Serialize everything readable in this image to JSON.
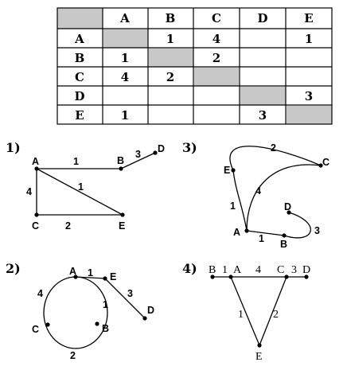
{
  "table": {
    "col_headers": [
      "A",
      "B",
      "C",
      "D",
      "E"
    ],
    "row_headers": [
      "A",
      "B",
      "C",
      "D",
      "E"
    ],
    "cells": [
      [
        "",
        "1",
        "4",
        "",
        "1"
      ],
      [
        "1",
        "",
        "2",
        "",
        ""
      ],
      [
        "4",
        "2",
        "",
        "",
        ""
      ],
      [
        "",
        "",
        "",
        "",
        "3"
      ],
      [
        "1",
        "",
        "",
        "3",
        ""
      ]
    ],
    "shade_color": "#c8c8c8"
  },
  "graphs": [
    {
      "number": "1)",
      "vertices": [
        "A",
        "B",
        "D",
        "C",
        "E"
      ],
      "edge_weights": [
        "1",
        "3",
        "4",
        "1",
        "2"
      ]
    },
    {
      "number": "2)",
      "vertices": [
        "A",
        "E",
        "D",
        "C",
        "B"
      ],
      "edge_weights": [
        "1",
        "3",
        "4",
        "1",
        "2"
      ]
    },
    {
      "number": "3)",
      "vertices": [
        "E",
        "C",
        "A",
        "B",
        "D"
      ],
      "edge_weights": [
        "2",
        "4",
        "1",
        "1",
        "3"
      ]
    },
    {
      "number": "4)",
      "vertices": [
        "B",
        "A",
        "C",
        "D",
        "E"
      ],
      "edge_weights": [
        "1",
        "4",
        "3",
        "1",
        "2"
      ]
    }
  ]
}
